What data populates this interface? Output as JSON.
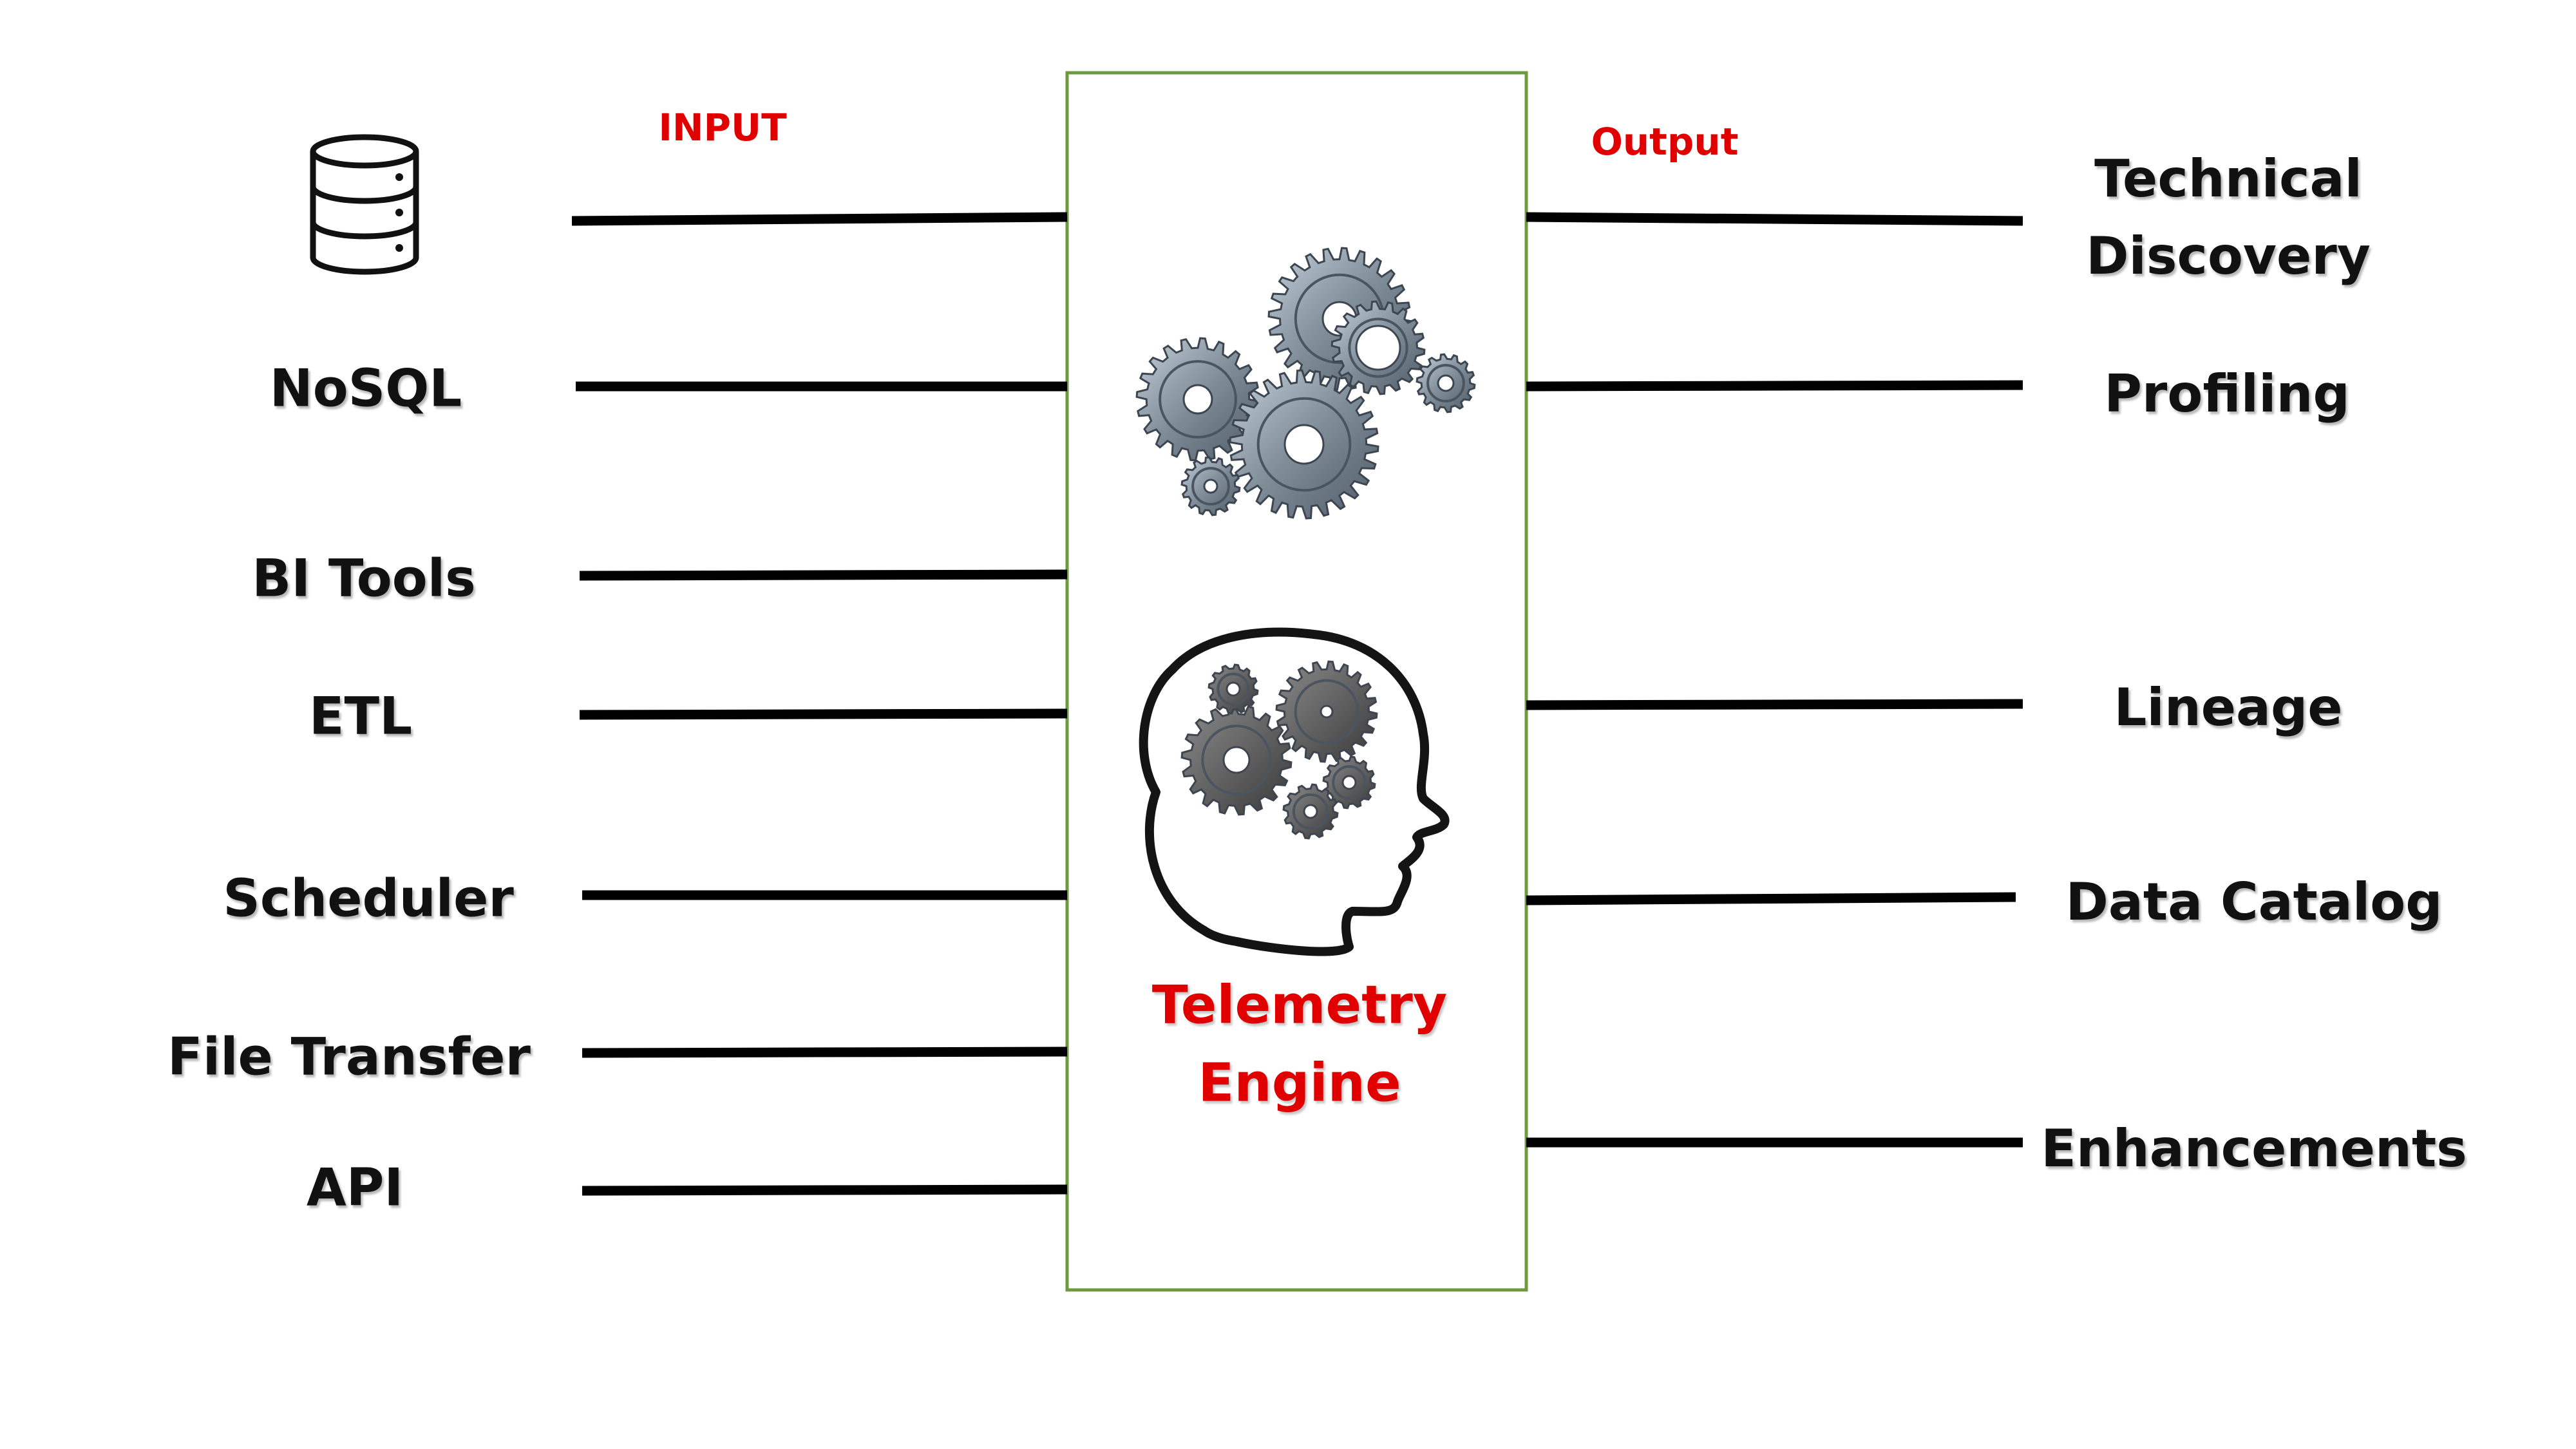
{
  "headers": {
    "input": "INPUT",
    "output": "Output"
  },
  "inputs": [
    {
      "label": "",
      "icon": "database-icon"
    },
    {
      "label": "NoSQL"
    },
    {
      "label": "BI Tools"
    },
    {
      "label": "ETL"
    },
    {
      "label": "Scheduler"
    },
    {
      "label": "File Transfer"
    },
    {
      "label": "API"
    }
  ],
  "outputs": [
    {
      "label": "Technical\nDiscovery"
    },
    {
      "label": "Profiling"
    },
    {
      "label": "Lineage"
    },
    {
      "label": "Data Catalog"
    },
    {
      "label": "Enhancements"
    }
  ],
  "engine": {
    "line1": "Telemetry",
    "line2": "Engine",
    "gears_icon": "gears-icon",
    "brain_icon": "head-gears-icon"
  },
  "colors": {
    "accent": "#e00000",
    "box_border": "#6e9a3e",
    "text": "#111111",
    "gear": "#7d8c98"
  }
}
